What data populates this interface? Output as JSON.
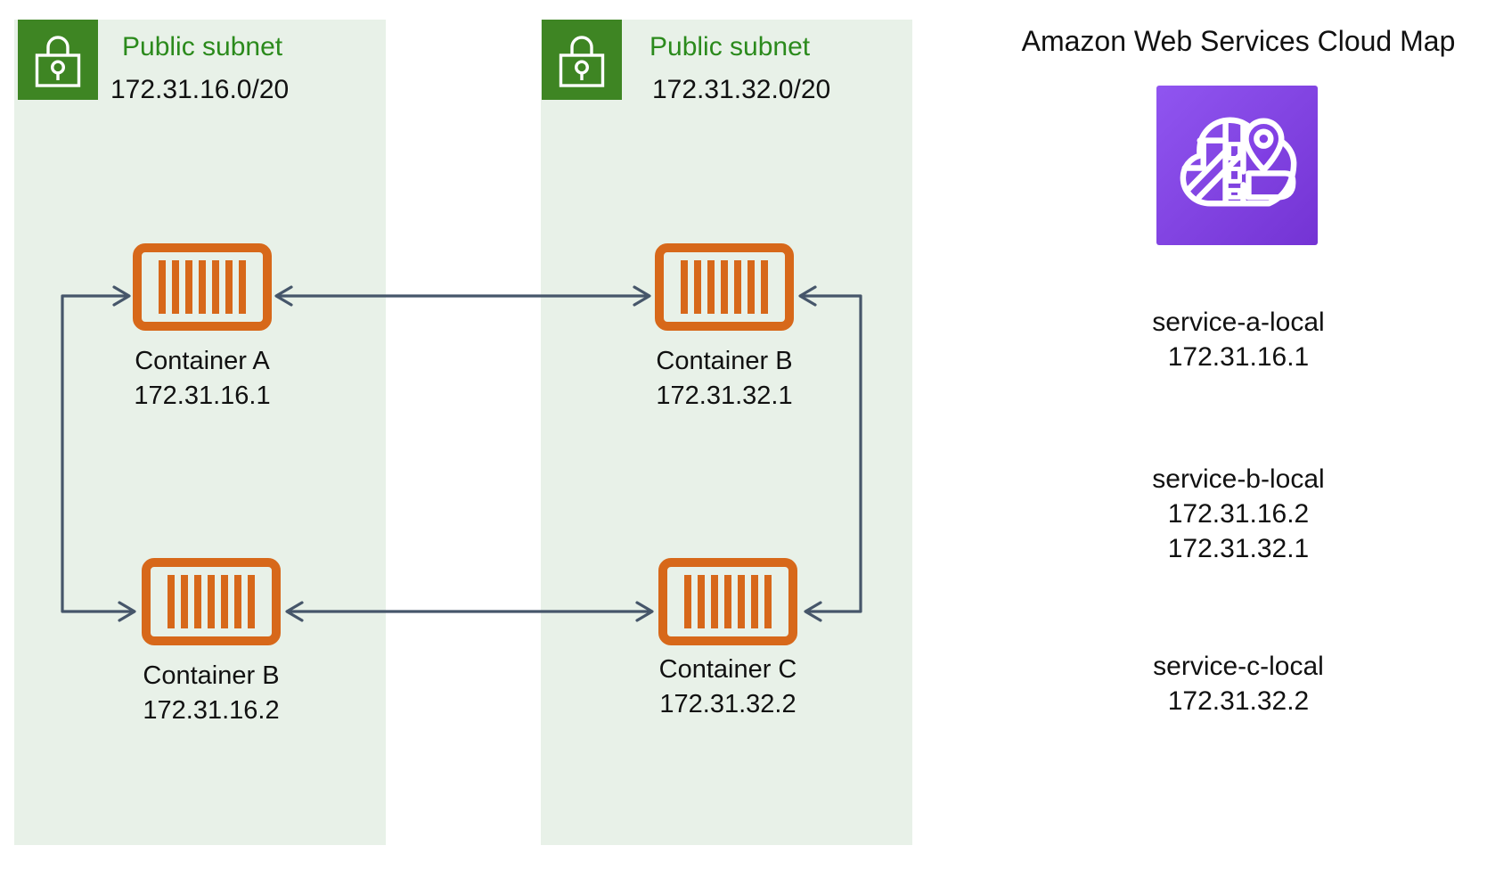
{
  "title": "Amazon Web Services Cloud Map",
  "subnets": [
    {
      "label": "Public subnet",
      "cidr": "172.31.16.0/20",
      "containers": [
        {
          "name": "Container A",
          "ip": "172.31.16.1"
        },
        {
          "name": "Container B",
          "ip": "172.31.16.2"
        }
      ]
    },
    {
      "label": "Public subnet",
      "cidr": "172.31.32.0/20",
      "containers": [
        {
          "name": "Container B",
          "ip": "172.31.32.1"
        },
        {
          "name": "Container C",
          "ip": "172.31.32.2"
        }
      ]
    }
  ],
  "cloud_map_services": [
    {
      "name": "service-a-local",
      "ips": [
        "172.31.16.1"
      ]
    },
    {
      "name": "service-b-local",
      "ips": [
        "172.31.16.2",
        "172.31.32.1"
      ]
    },
    {
      "name": "service-c-local",
      "ips": [
        "172.31.32.2"
      ]
    }
  ],
  "icons": {
    "subnet": "lock-icon",
    "container": "container-icon",
    "cloud_map": "cloud-map-icon"
  },
  "colors": {
    "subnet_fill": "#E8F1E8",
    "subnet_green": "#3E8523",
    "subnet_label_green": "#2B8A1C",
    "container_orange": "#D7681A",
    "arrow": "#46566A",
    "cloud_map_purple_start": "#9055F0",
    "cloud_map_purple_end": "#7433D4",
    "text": "#111111"
  }
}
